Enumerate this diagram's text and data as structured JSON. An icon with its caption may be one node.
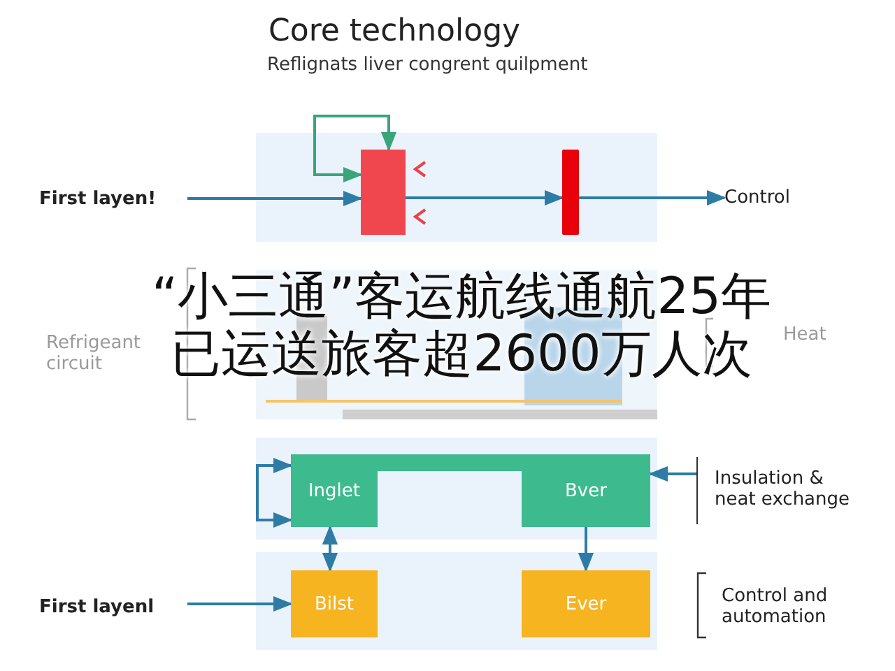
{
  "diagram": {
    "title": "Core technology",
    "nodes": [
      {
        "text": [
          "First layen!"
        ]
      },
      {
        "text": [],
        "shape": "box"
      },
      {
        "text": [],
        "shape": "bar"
      },
      {
        "text": [
          "Control"
        ]
      },
      {
        "text": [
          "Inglet"
        ]
      },
      {
        "text": [
          "Bver"
        ]
      },
      {
        "text": [
          "Bilst"
        ]
      },
      {
        "text": [
          "Ever"
        ]
      },
      {
        "text": [
          "First layenl"
        ]
      },
      {
        "text": [
          "Insulation & neat exchange"
        ]
      },
      {
        "text": [
          "Control and automation"
        ]
      }
    ],
    "edges": [
      {
        "from": 0,
        "to": 1,
        "arrow": "to"
      },
      {
        "from": 1,
        "to": 2,
        "arrow": "to"
      },
      {
        "from": 2,
        "to": 3,
        "arrow": "to"
      },
      {
        "from": 1,
        "to": 1,
        "arrow": "both",
        "color": "#3aa57a"
      },
      {
        "from": 4,
        "to": 4,
        "arrow": "both"
      },
      {
        "from": 4,
        "to": 6,
        "arrow": "both"
      },
      {
        "from": 5,
        "to": 7,
        "arrow": "to"
      },
      {
        "from": 9,
        "to": 5,
        "arrow": "to"
      },
      {
        "from": 8,
        "to": 6,
        "arrow": "to"
      }
    ],
    "labels": [
      "Reflignats liver congrent quilpment",
      "Refrigeant circuit",
      "Heat",
      "“小三通”客运航线通航25年已运送旅客超2600万人次"
    ]
  }
}
